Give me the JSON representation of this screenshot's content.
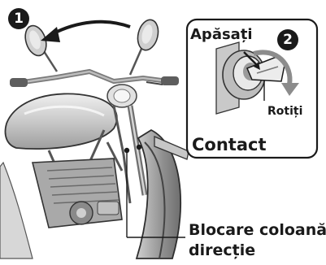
{
  "labels": {
    "press": "Apăsați",
    "rotate": "Rotiți",
    "contact": "Contact",
    "steering_lock_line1": "Blocare coloană",
    "steering_lock_line2": "direcție"
  },
  "steps": {
    "first": "1",
    "second": "2"
  },
  "colors": {
    "ink": "#1a1a1a",
    "line": "#3a3a3a",
    "shade": "#9a9a9a",
    "light": "#d4d4d4",
    "background": "#ffffff"
  },
  "icons": {
    "step_arrow": "curved-arrow-left",
    "rotate_arrow": "curved-arrow-clockwise"
  }
}
